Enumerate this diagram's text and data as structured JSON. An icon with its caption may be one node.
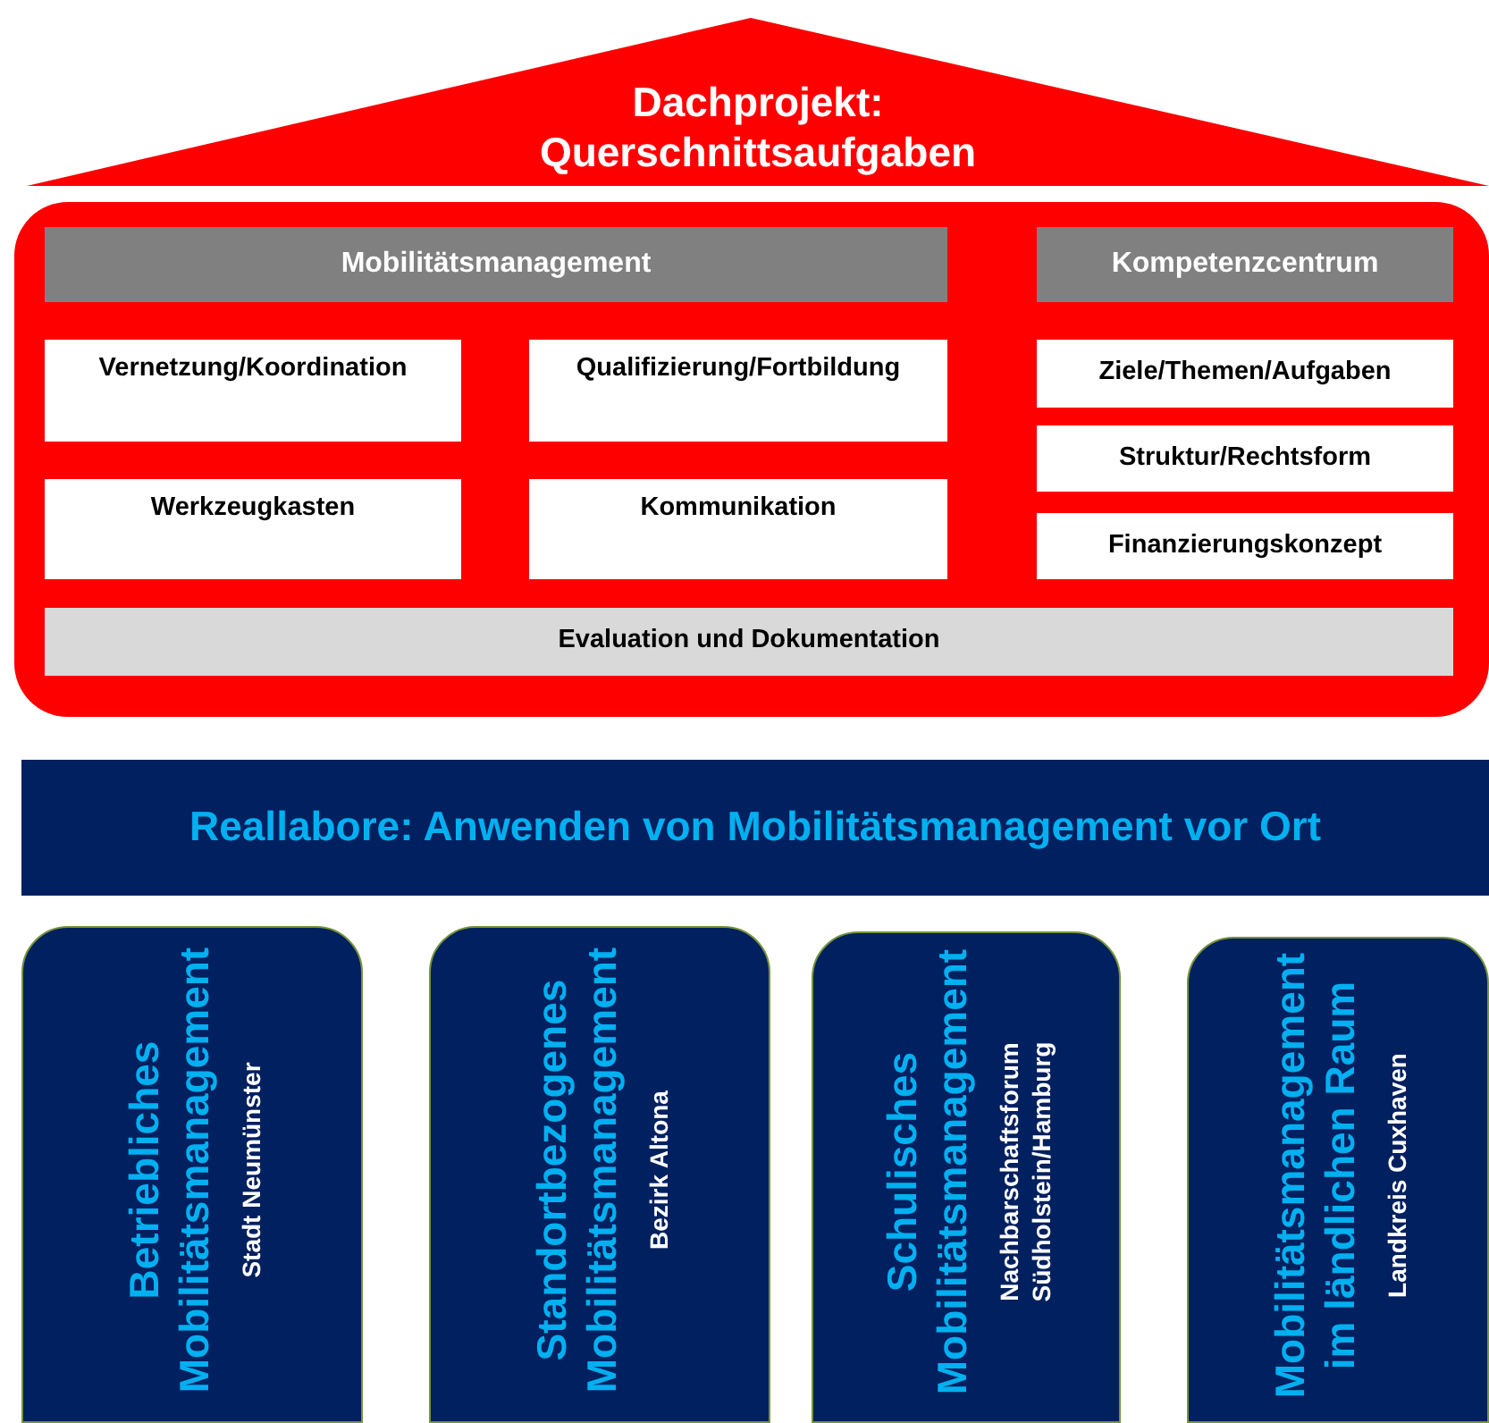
{
  "diagram": {
    "nodes": [
      {
        "text": [
          "Dachprojekt: Querschnittsaufgaben"
        ]
      },
      {
        "text": [],
        "shape": "box"
      },
      {
        "text": [
          "Mobilitätsmanagement"
        ],
        "in": 1
      },
      {
        "text": [
          "Vernetzung/Koordination"
        ],
        "in": 1
      },
      {
        "text": [
          "Qualifizierung/Fortbildung"
        ],
        "in": 1
      },
      {
        "text": [
          "Werkzeugkasten"
        ],
        "in": 1
      },
      {
        "text": [
          "Kommunikation"
        ],
        "in": 1
      },
      {
        "text": [
          "Kompetenzcentrum"
        ],
        "in": 1
      },
      {
        "text": [
          "Ziele/Themen/Aufgaben"
        ],
        "in": 1
      },
      {
        "text": [
          "Struktur/Rechtsform"
        ],
        "in": 1
      },
      {
        "text": [
          "Finanzierungskonzept"
        ],
        "in": 1
      },
      {
        "text": [
          "Evaluation und Dokumentation"
        ],
        "in": 1
      },
      {
        "text": [
          "Reallabore: Anwenden von Mobilitätsmanagement vor Ort"
        ]
      },
      {
        "text": [
          "Betriebliches Mobilitätsmanagement",
          "Stadt Neumünster"
        ]
      },
      {
        "text": [
          "Standortbezogenes Mobilitätsmanagement",
          "Bezirk Altona"
        ]
      },
      {
        "text": [
          "Schulisches Mobilitätsmanagement",
          "Nachbarschaftsforum Südholstein/Hamburg"
        ]
      },
      {
        "text": [
          "Mobilitätsmanagement im ländlichen Raum",
          "Landkreis Cuxhaven"
        ]
      }
    ]
  }
}
